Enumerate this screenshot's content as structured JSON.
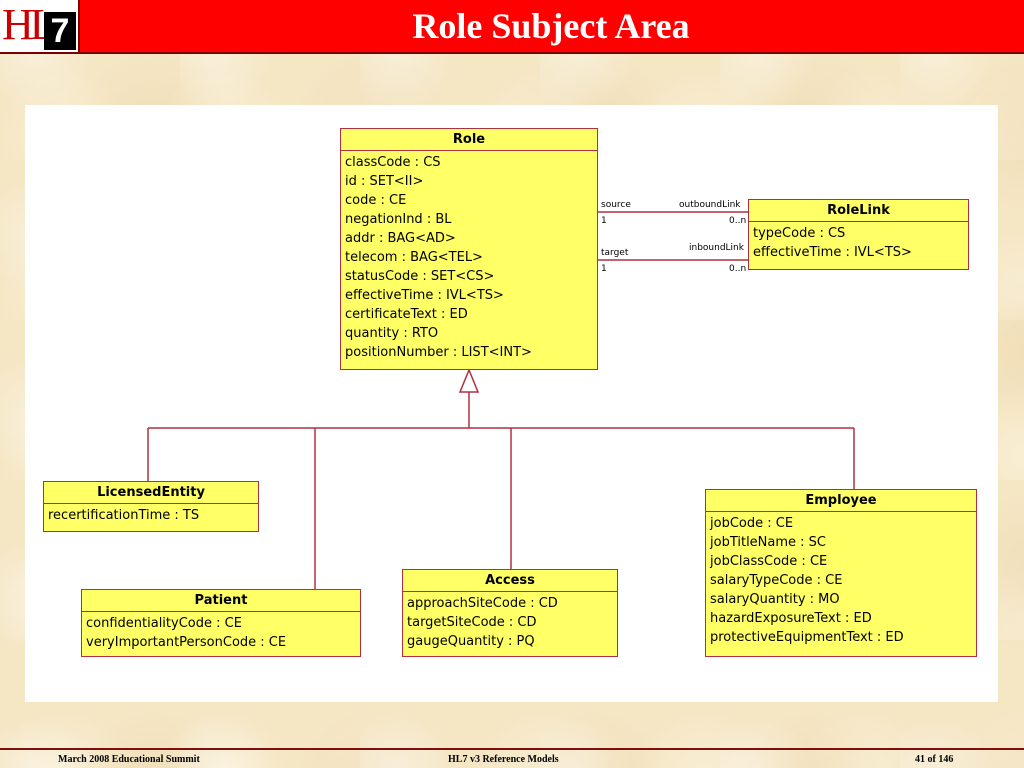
{
  "header": {
    "logo_letters": "HL",
    "logo_digit": "7",
    "title": "Role Subject Area"
  },
  "diagram": {
    "role": {
      "name": "Role",
      "attributes": [
        "classCode : CS",
        "id : SET<II>",
        "code : CE",
        "negationInd : BL",
        "addr : BAG<AD>",
        "telecom : BAG<TEL>",
        "statusCode : SET<CS>",
        "effectiveTime : IVL<TS>",
        "certificateText : ED",
        "quantity : RTO",
        "positionNumber : LIST<INT>"
      ]
    },
    "role_link": {
      "name": "RoleLink",
      "attributes": [
        "typeCode : CS",
        "effectiveTime : IVL<TS>"
      ]
    },
    "associations": {
      "outbound": {
        "source_role": "source",
        "source_mult": "1",
        "target_role": "outboundLink",
        "target_mult": "0..n"
      },
      "inbound": {
        "source_role": "target",
        "source_mult": "1",
        "target_role": "inboundLink",
        "target_mult": "0..n"
      }
    },
    "licensed_entity": {
      "name": "LicensedEntity",
      "attributes": [
        "recertificationTime : TS"
      ]
    },
    "patient": {
      "name": "Patient",
      "attributes": [
        "confidentialityCode : CE",
        "veryImportantPersonCode : CE"
      ]
    },
    "access": {
      "name": "Access",
      "attributes": [
        "approachSiteCode : CD",
        "targetSiteCode : CD",
        "gaugeQuantity : PQ"
      ]
    },
    "employee": {
      "name": "Employee",
      "attributes": [
        "jobCode : CE",
        "jobTitleName : SC",
        "jobClassCode : CE",
        "salaryTypeCode : CE",
        "salaryQuantity : MO",
        "hazardExposureText : ED",
        "protectiveEquipmentText : ED"
      ]
    }
  },
  "footer": {
    "left": "March 2008 Educational Summit",
    "center": "HL7 v3 Reference Models",
    "right": "41 of 146"
  },
  "colors": {
    "title_bar": "#ff0000",
    "class_fill": "#ffff66",
    "class_border": "#b03040"
  }
}
